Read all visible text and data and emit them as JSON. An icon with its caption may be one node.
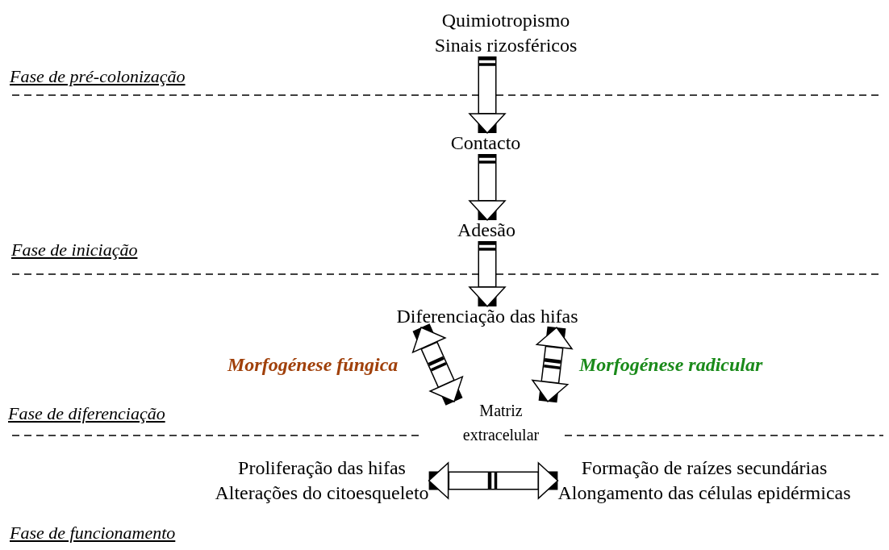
{
  "diagram": {
    "nodes": [
      {
        "text": [
          "Quimiotropismo",
          "Sinais rizosféricos"
        ]
      },
      {
        "text": [
          "Contacto"
        ]
      },
      {
        "text": [
          "Adesão"
        ]
      },
      {
        "text": [
          "Diferenciação das hifas"
        ]
      },
      {
        "text": [
          "Matriz extracelular"
        ]
      },
      {
        "text": [
          "Proliferação das hifas",
          "Alterações do citoesqueleto"
        ]
      },
      {
        "text": [
          "Formação de raízes secundárias",
          "Alongamento das células epidérmicas"
        ]
      }
    ],
    "edges": [
      {
        "from": 0,
        "to": 1,
        "arrow": "to"
      },
      {
        "from": 1,
        "to": 2,
        "arrow": "to"
      },
      {
        "from": 2,
        "to": 3,
        "arrow": "to"
      },
      {
        "from": 3,
        "to": 4,
        "arrow": "both",
        "label": "Morfogénese fúngica"
      },
      {
        "from": 3,
        "to": 4,
        "arrow": "both",
        "label": "Morfogénese radicular"
      },
      {
        "from": 5,
        "to": 6,
        "arrow": "both"
      }
    ],
    "labels": [
      "Fase de pré-colonização",
      "Fase de iniciação",
      "Fase de diferenciação",
      "Fase de funcionamento"
    ]
  }
}
